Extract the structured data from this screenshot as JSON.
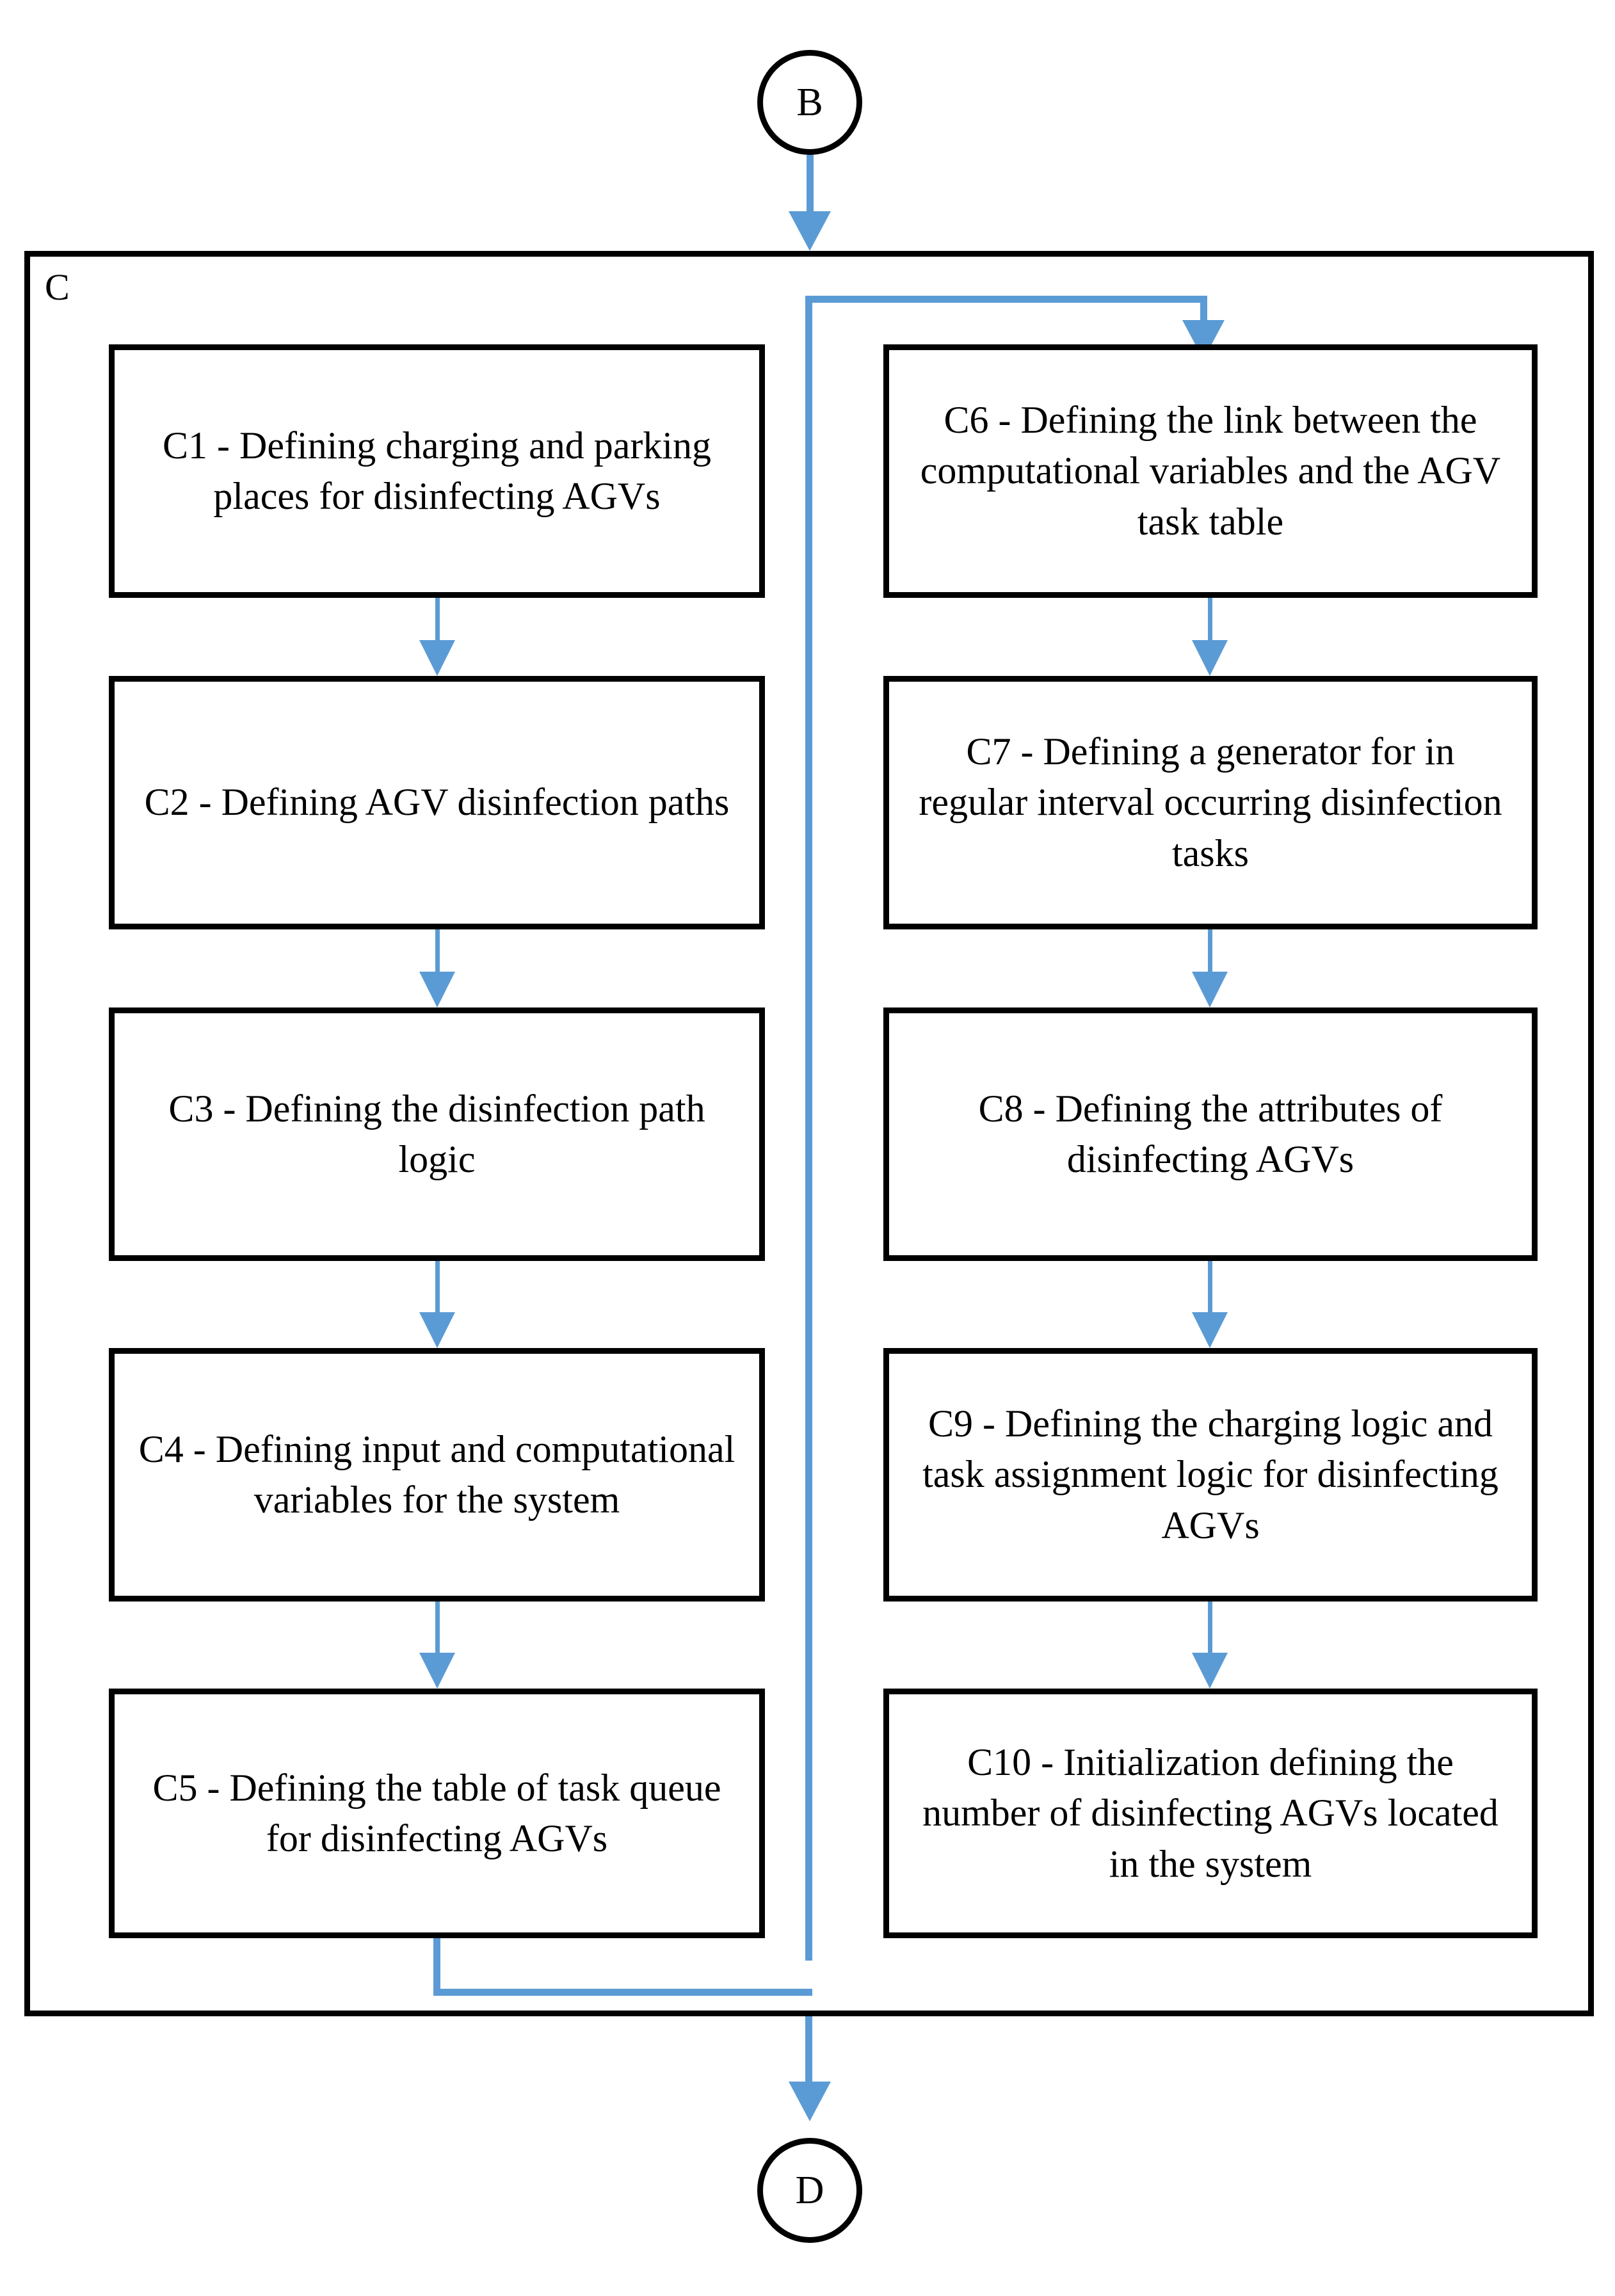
{
  "diagram": {
    "title_label": "C",
    "entry_connector": {
      "label": "B"
    },
    "exit_connector": {
      "label": "D"
    },
    "colors": {
      "connector_blue": "#5B9BD5",
      "shape_outline": "#000000",
      "shape_fill": "#FFFFFF",
      "background": "#FFFFFF"
    },
    "left_column": [
      {
        "id": "C1",
        "text": "C1 - Defining charging and parking places for disinfecting AGVs"
      },
      {
        "id": "C2",
        "text": "C2 - Defining AGV disinfection paths"
      },
      {
        "id": "C3",
        "text": "C3 - Defining the disinfection path logic"
      },
      {
        "id": "C4",
        "text": "C4 - Defining input and computational variables for the system"
      },
      {
        "id": "C5",
        "text": "C5 - Defining the table of task queue for disinfecting AGVs"
      }
    ],
    "right_column": [
      {
        "id": "C6",
        "text": "C6 - Defining the link between the computational variables and the AGV task table"
      },
      {
        "id": "C7",
        "text": "C7 - Defining a generator for in regular interval occurring disinfection tasks"
      },
      {
        "id": "C8",
        "text": "C8 - Defining the attributes of disinfecting AGVs"
      },
      {
        "id": "C9",
        "text": "C9 - Defining the charging logic and task assignment logic for disinfecting AGVs"
      },
      {
        "id": "C10",
        "text": "C10 - Initialization defining the number of disinfecting AGVs located in the system"
      }
    ]
  }
}
